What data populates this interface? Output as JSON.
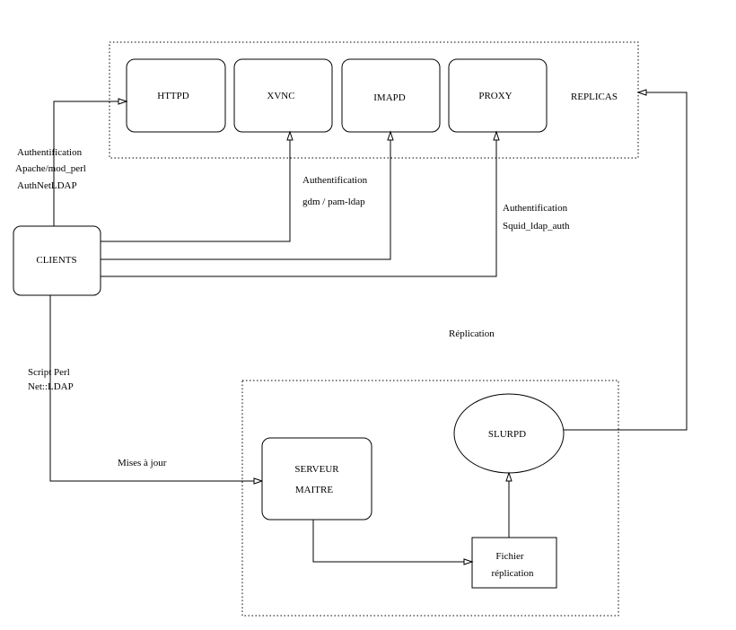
{
  "replicas": {
    "label": "REPLICAS",
    "services": [
      "HTTPD",
      "XVNC",
      "IMAPD",
      "PROXY"
    ]
  },
  "clients": {
    "label": "CLIENTS"
  },
  "auth_labels": {
    "httpd": [
      "Authentification",
      "Apache/mod_perl",
      "AuthNetLDAP"
    ],
    "xvnc": [
      "Authentification",
      "gdm / pam-ldap"
    ],
    "proxy": [
      "Authentification",
      "Squid_ldap_auth"
    ]
  },
  "replication_label": "Réplication",
  "script_label": [
    "Script Perl",
    "Net::LDAP"
  ],
  "updates_label": "Mises à jour",
  "master": {
    "server": [
      "SERVEUR",
      "MAITRE"
    ],
    "slurpd": "SLURPD",
    "file": [
      "Fichier",
      "réplication"
    ]
  }
}
